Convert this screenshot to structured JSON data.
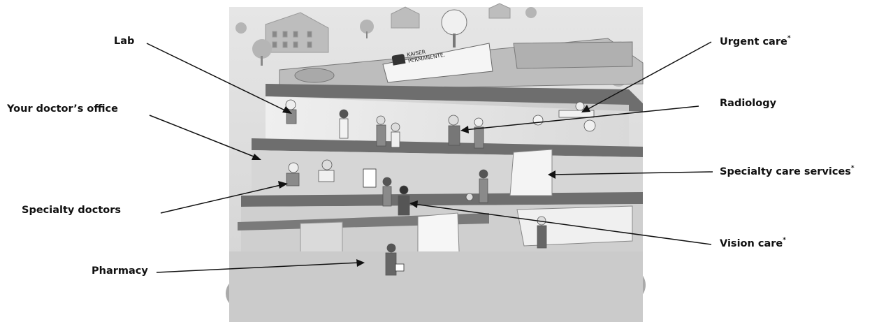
{
  "logo": {
    "line1": "KAISER",
    "line2": "PERMANENTE."
  },
  "labels": {
    "lab": "Lab",
    "your_doctors_office": "Your doctor’s office",
    "specialty_doctors": "Specialty doctors",
    "pharmacy": "Pharmacy",
    "urgent_care": "Urgent care",
    "radiology": "Radiology",
    "specialty_care_services": "Specialty care services",
    "vision_care": "Vision care",
    "asterisk": "*"
  },
  "colors": {
    "text": "#111111",
    "building": "#c9c9c9",
    "sky": "#e4e4e4",
    "floor_band": "#6e6e6e"
  }
}
